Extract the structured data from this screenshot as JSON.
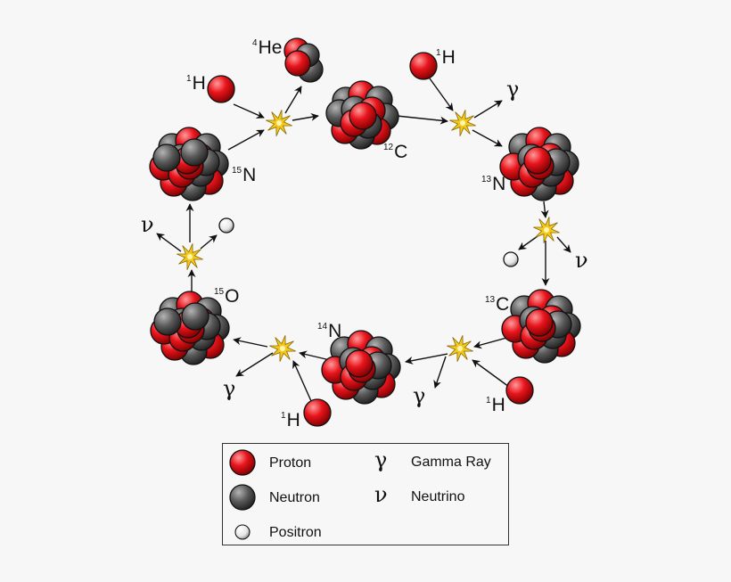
{
  "nuclei": [
    {
      "id": "c12",
      "mass_number": "12",
      "symbol": "C"
    },
    {
      "id": "n13",
      "mass_number": "13",
      "symbol": "N"
    },
    {
      "id": "c13",
      "mass_number": "13",
      "symbol": "C"
    },
    {
      "id": "n14",
      "mass_number": "14",
      "symbol": "N"
    },
    {
      "id": "o15",
      "mass_number": "15",
      "symbol": "O"
    },
    {
      "id": "n15",
      "mass_number": "15",
      "symbol": "N"
    },
    {
      "id": "he4",
      "mass_number": "4",
      "symbol": "He"
    }
  ],
  "protons": [
    {
      "mass_number": "1",
      "symbol": "H"
    },
    {
      "mass_number": "1",
      "symbol": "H"
    },
    {
      "mass_number": "1",
      "symbol": "H"
    },
    {
      "mass_number": "1",
      "symbol": "H"
    }
  ],
  "symbols": {
    "gamma": "γ",
    "nu": "ν"
  },
  "legend": {
    "proton": "Proton",
    "neutron": "Neutron",
    "positron": "Positron",
    "gamma_ray": "Gamma Ray",
    "neutrino": "Neutrino"
  },
  "colors": {
    "proton": "#e8141c",
    "neutron": "#5a5a5a",
    "positron": "#f2f2f2",
    "flash": "#f2c81e",
    "background": "#f7f7f7"
  }
}
